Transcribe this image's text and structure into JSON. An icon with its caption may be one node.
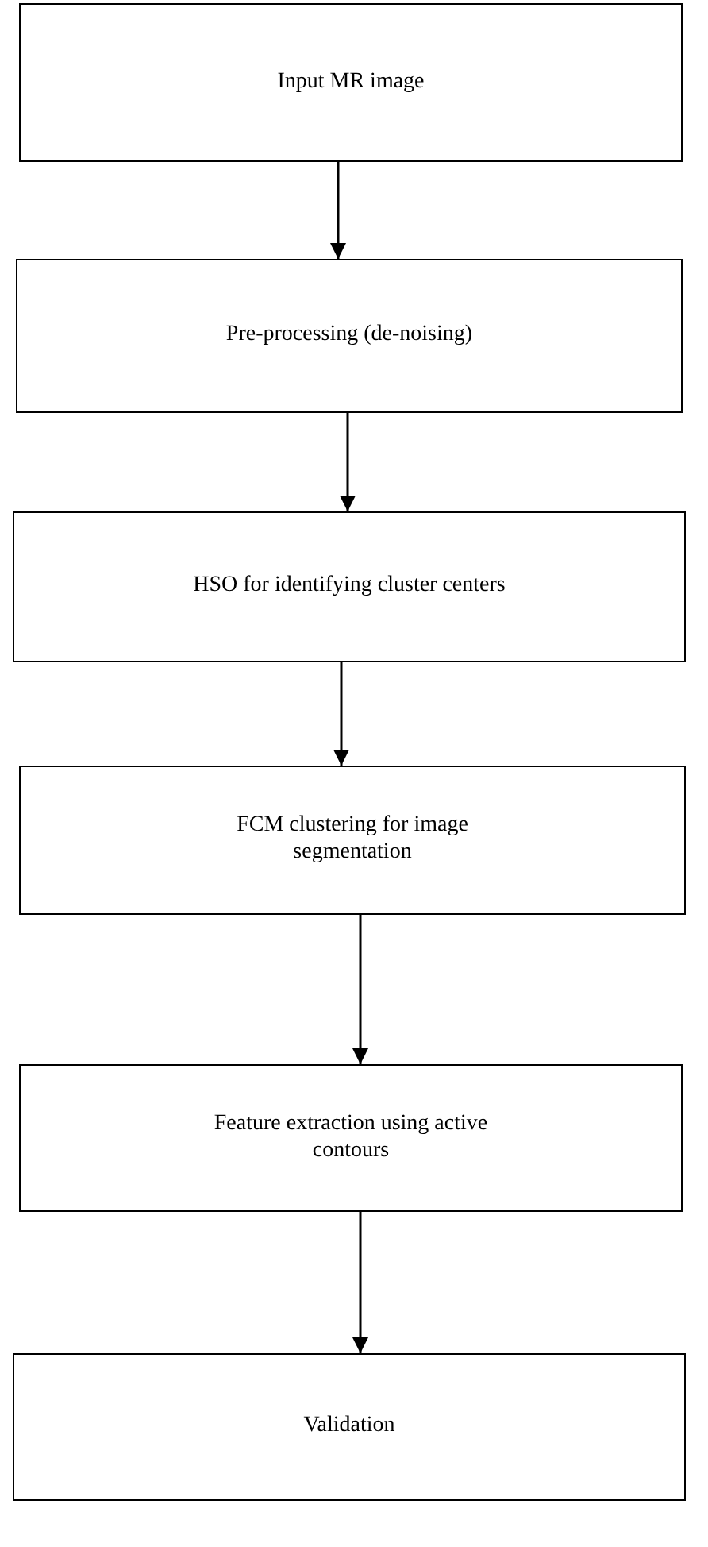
{
  "diagram": {
    "nodes": [
      {
        "text": [
          "Input MR image"
        ]
      },
      {
        "text": [
          "Pre-processing (de-noising)"
        ]
      },
      {
        "text": [
          "HSO for identifying cluster centers"
        ]
      },
      {
        "text": [
          "FCM clustering for image segmentation"
        ]
      },
      {
        "text": [
          "Feature extraction using active contours"
        ]
      },
      {
        "text": [
          "Validation"
        ]
      }
    ],
    "edges": [
      {
        "from": 0,
        "to": 1,
        "arrow": "to"
      },
      {
        "from": 1,
        "to": 2,
        "arrow": "to"
      },
      {
        "from": 2,
        "to": 3,
        "arrow": "to"
      },
      {
        "from": 3,
        "to": 4,
        "arrow": "to"
      },
      {
        "from": 4,
        "to": 5,
        "arrow": "to"
      }
    ]
  }
}
